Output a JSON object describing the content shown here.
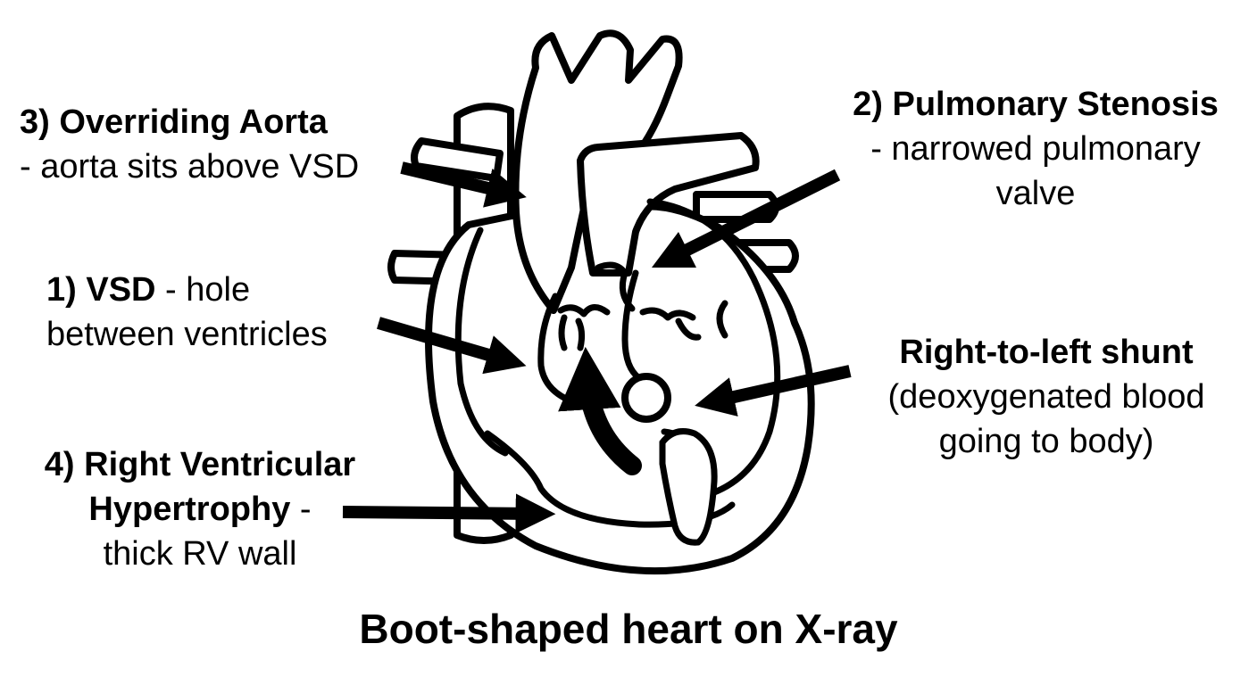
{
  "labels": {
    "overriding_aorta": {
      "title": "3) Overriding Aorta",
      "desc": "- aorta sits above VSD"
    },
    "pulmonary_stenosis": {
      "title": "2) Pulmonary Stenosis",
      "desc1": "- narrowed pulmonary",
      "desc2": "valve"
    },
    "vsd": {
      "title": "1) VSD",
      "desc1": " - hole",
      "desc2": "between ventricles"
    },
    "shunt": {
      "title": "Right-to-left shunt",
      "desc1": "(deoxygenated blood",
      "desc2": "going to body)"
    },
    "rvh": {
      "title1": "4) Right Ventricular",
      "title2": "Hypertrophy",
      "title2_suffix": " -",
      "desc": "thick RV wall"
    }
  },
  "caption": "Boot-shaped heart on X-ray"
}
